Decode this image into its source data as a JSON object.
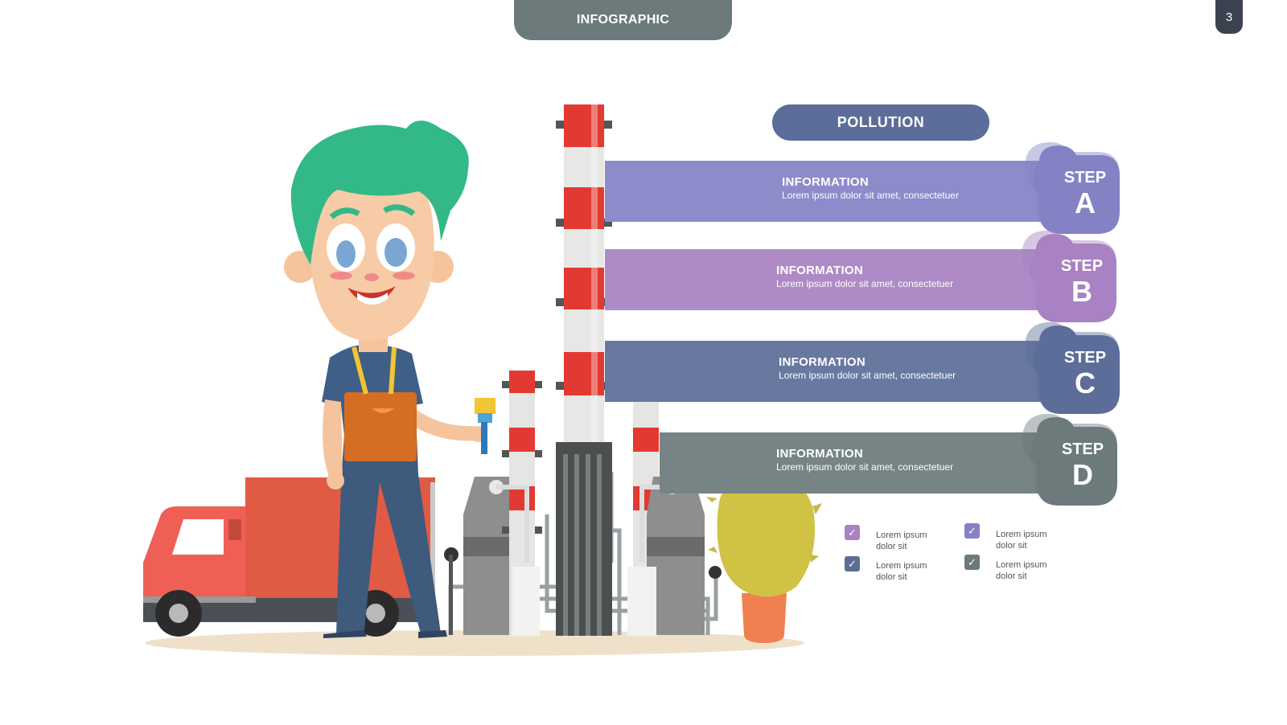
{
  "header": {
    "title": "INFOGRAPHIC",
    "page_number": "3"
  },
  "panel": {
    "title": "POLLUTION"
  },
  "steps": [
    {
      "heading": "INFORMATION",
      "text": "Lorem ipsum dolor sit amet, consectetuer",
      "step_word": "STEP",
      "letter": "A",
      "color": "#8482c5"
    },
    {
      "heading": "INFORMATION",
      "text": "Lorem ipsum dolor sit amet, consectetuer",
      "step_word": "STEP",
      "letter": "B",
      "color": "#a882c2"
    },
    {
      "heading": "INFORMATION",
      "text": "Lorem ipsum dolor sit amet, consectetuer",
      "step_word": "STEP",
      "letter": "C",
      "color": "#5c6d99"
    },
    {
      "heading": "INFORMATION",
      "text": "Lorem ipsum dolor sit amet, consectetuer",
      "step_word": "STEP",
      "letter": "D",
      "color": "#6c7a7c"
    }
  ],
  "checklist": [
    {
      "text": "Lorem ipsum dolor sit",
      "color": "#a882c2"
    },
    {
      "text": "Lorem ipsum dolor sit",
      "color": "#8482c5"
    },
    {
      "text": "Lorem ipsum dolor sit",
      "color": "#5c6d99"
    },
    {
      "text": "Lorem ipsum dolor sit",
      "color": "#6c7a7c"
    }
  ]
}
